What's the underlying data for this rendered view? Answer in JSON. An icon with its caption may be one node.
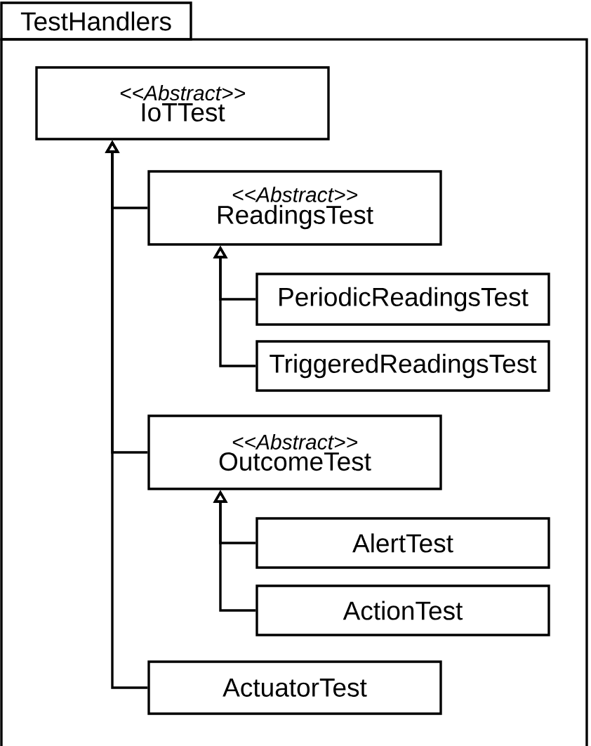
{
  "diagram": {
    "nodes": [
      {
        "text": [
          "TestHandlers"
        ]
      },
      {
        "text": [
          "<<Abstract>>",
          "IoTTest"
        ],
        "in": 0
      },
      {
        "text": [
          "<<Abstract>>",
          "ReadingsTest"
        ],
        "in": 0
      },
      {
        "text": [
          "PeriodicReadingsTest"
        ],
        "in": 0
      },
      {
        "text": [
          "TriggeredReadingsTest"
        ],
        "in": 0
      },
      {
        "text": [
          "<<Abstract>>",
          "OutcomeTest"
        ],
        "in": 0
      },
      {
        "text": [
          "AlertTest"
        ],
        "in": 0
      },
      {
        "text": [
          "ActionTest"
        ],
        "in": 0
      },
      {
        "text": [
          "ActuatorTest"
        ],
        "in": 0
      }
    ],
    "edges": [
      {
        "from": 2,
        "to": 1,
        "arrow": "to"
      },
      {
        "from": 3,
        "to": 2,
        "arrow": "to"
      },
      {
        "from": 4,
        "to": 2,
        "arrow": "to"
      },
      {
        "from": 5,
        "to": 1,
        "arrow": "to"
      },
      {
        "from": 6,
        "to": 5,
        "arrow": "to"
      },
      {
        "from": 7,
        "to": 5,
        "arrow": "to"
      },
      {
        "from": 8,
        "to": 1,
        "arrow": "to"
      }
    ]
  }
}
